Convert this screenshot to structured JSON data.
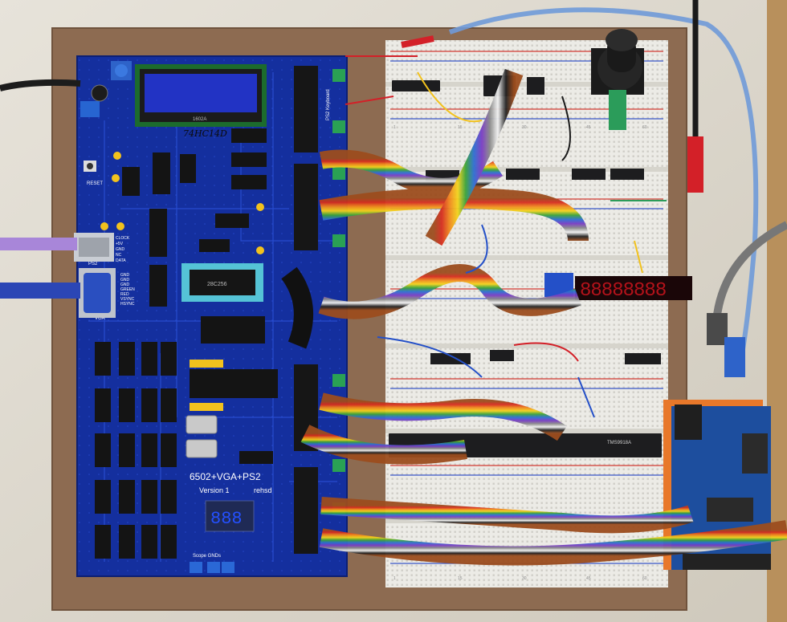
{
  "photo": {
    "subject": "6502 homebrew computer PCB beside breadboards on a cardboard backing"
  },
  "pcb": {
    "title": "6502+VGA+PS2",
    "version": "Version 1",
    "author": "rehsd",
    "scope_label": "Scope GNDs",
    "reset_label": "RESET",
    "ps2_label": "PS2",
    "vga_label": "VGA",
    "keyboard_label": "PS2 Keyboard",
    "handwritten_note": "74HC14D",
    "lcd_text": "1602A",
    "rom_chip_text": "28C256",
    "clock_labels": [
      "CLOCK",
      "+5V",
      "GND",
      "NC",
      "DATA"
    ],
    "vga_pin_labels": [
      "GND",
      "GND",
      "GND",
      "GREEN",
      "RED",
      "VSYNC",
      "HSYNC"
    ]
  },
  "breadboard": {
    "big_chip_text": "TMS9918A",
    "display_digits": "88888888"
  },
  "colors": {
    "pcb": "#142f9e",
    "cardboard": "#8d6b51",
    "breadboard": "#ecebe6",
    "lcd": "#2233c4"
  }
}
